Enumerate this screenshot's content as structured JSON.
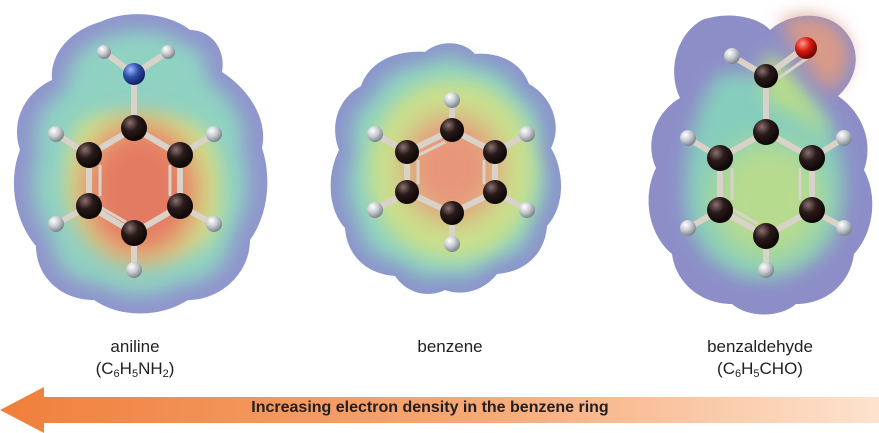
{
  "molecules": [
    {
      "name": "aniline",
      "formula_parts": [
        "(C",
        "6",
        "H",
        "5",
        "NH",
        "2",
        ")"
      ]
    },
    {
      "name": "benzene"
    },
    {
      "name": "benzaldehyde",
      "formula_parts": [
        "(C",
        "6",
        "H",
        "5",
        "CHO)"
      ]
    }
  ],
  "arrow": {
    "label": "Increasing electron density in the benzene ring",
    "color_start": "#f07f3c",
    "color_end": "#fde3cf"
  },
  "colors": {
    "carbon": "#2a1a1a",
    "hydrogen": "#c8cdd2",
    "nitrogen": "#2f4fa8",
    "oxygen": "#d7190f",
    "bond": "#d9d2c8"
  }
}
